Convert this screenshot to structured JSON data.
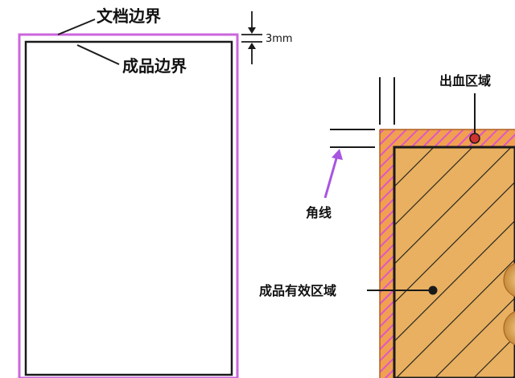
{
  "labels": {
    "document_boundary": "文档边界",
    "product_boundary": "成品边界",
    "margin_size": "3mm",
    "bleed_area": "出血区域",
    "crop_marks": "角线",
    "effective_area": "成品有效区域"
  },
  "colors": {
    "document_border": "#cc66dd",
    "product_border": "#1a1a1a",
    "bleed_fill": "#f0a050",
    "bleed_hatch": "#e055c8",
    "effective_fill": "#e8b060",
    "effective_hatch": "#1a1a1a",
    "arrow_purple": "#a855e0",
    "leader_red": "#d03030"
  }
}
